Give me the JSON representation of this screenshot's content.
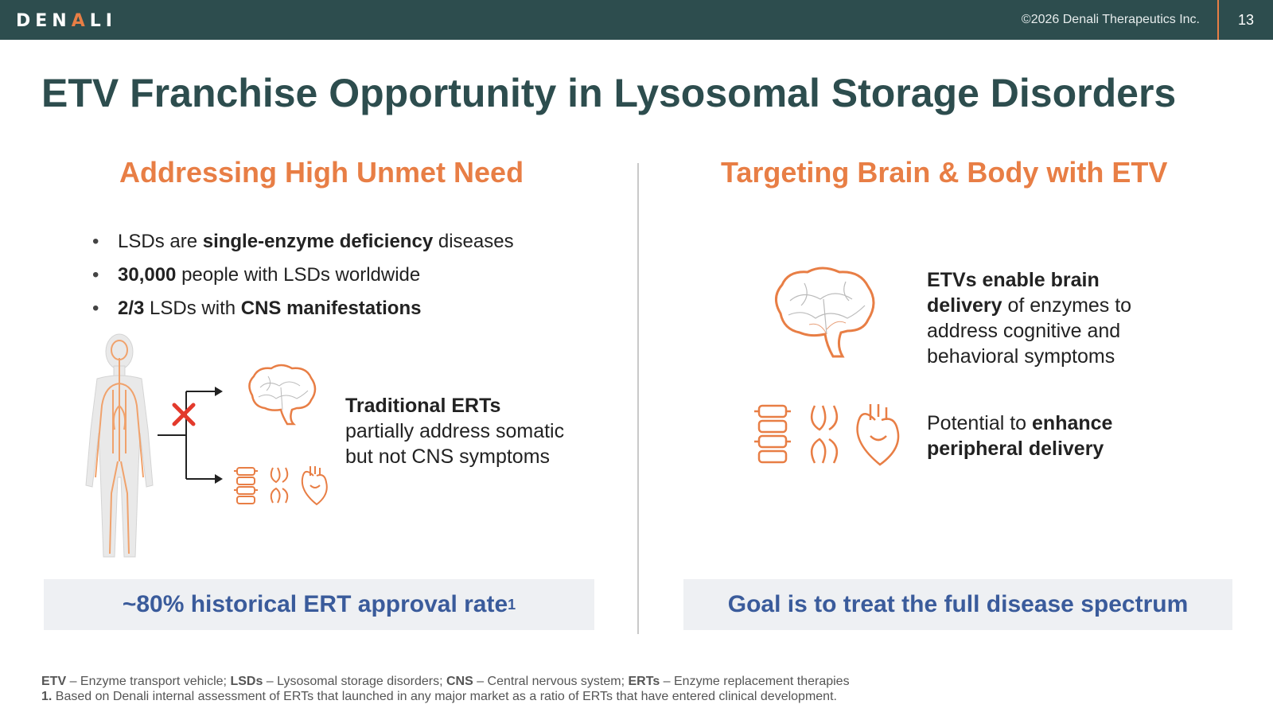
{
  "header": {
    "logo_left": "DEN",
    "logo_accent": "A",
    "logo_right": "LI",
    "copyright": "©2026 Denali Therapeutics Inc.",
    "page_number": "13"
  },
  "title": "ETV Franchise Opportunity in Lysosomal Storage Disorders",
  "left": {
    "heading": "Addressing High Unmet Need",
    "bullets": [
      {
        "pre": "LSDs are ",
        "bold": "single-enzyme deficiency",
        "post": " diseases"
      },
      {
        "pre": "",
        "bold": "30,000",
        "post": " people with LSDs worldwide"
      },
      {
        "pre": "",
        "bold": "2/3",
        "post": " LSDs with ",
        "bold2": "CNS manifestations"
      }
    ],
    "erts": {
      "bold": "Traditional ERTs",
      "line2": "partially address somatic",
      "line3": "but not CNS symptoms"
    },
    "callout": "~80% historical ERT approval rate",
    "callout_sup": "1"
  },
  "right": {
    "heading": "Targeting Brain & Body with ETV",
    "text1": {
      "bold1": "ETVs enable brain",
      "bold2": "delivery",
      "post2": " of enzymes to",
      "line3": "address cognitive and",
      "line4": "behavioral symptoms"
    },
    "text2": {
      "pre1": "Potential to ",
      "bold1": "enhance",
      "bold2": "peripheral delivery"
    },
    "callout": "Goal is to treat the full disease spectrum"
  },
  "footnotes": {
    "line1": [
      {
        "abbr": "ETV",
        "def": " – Enzyme transport vehicle;  "
      },
      {
        "abbr": "LSDs",
        "def": " – Lysosomal storage disorders;  "
      },
      {
        "abbr": "CNS",
        "def": " – Central nervous system;  "
      },
      {
        "abbr": "ERTs",
        "def": " – Enzyme replacement therapies"
      }
    ],
    "line2_num": "1.",
    "line2_text": "  Based on Denali internal assessment of ERTs that launched in any major market as a ratio of ERTs that have entered clinical development."
  },
  "colors": {
    "header_bg": "#2d4d4e",
    "accent_orange": "#e87e45",
    "callout_text": "#3a5b9b",
    "callout_bg": "#eef0f3",
    "x_mark": "#e33a2c"
  },
  "icons": [
    "human-body-icon",
    "brain-icon",
    "spine-icon",
    "kidney-icon",
    "heart-icon",
    "x-mark-icon",
    "arrow-icon"
  ]
}
